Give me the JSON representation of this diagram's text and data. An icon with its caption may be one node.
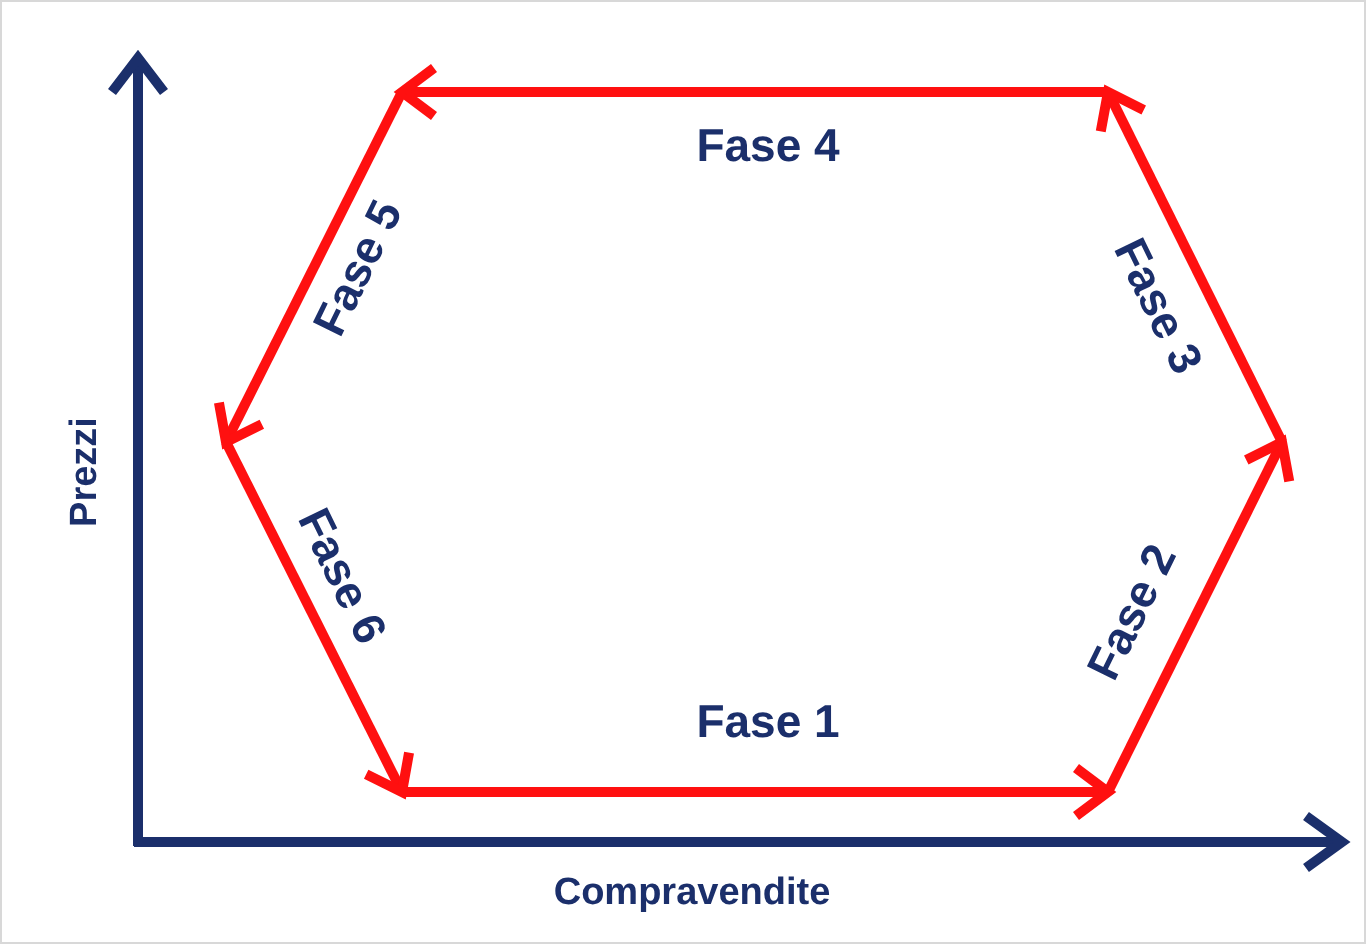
{
  "diagram": {
    "labels": [
      "Fase 4",
      "Fase 5",
      "Fase 3",
      "Prezzi",
      "Fase 6",
      "Fase 2",
      "Fase 1",
      "Compravendite"
    ]
  }
}
